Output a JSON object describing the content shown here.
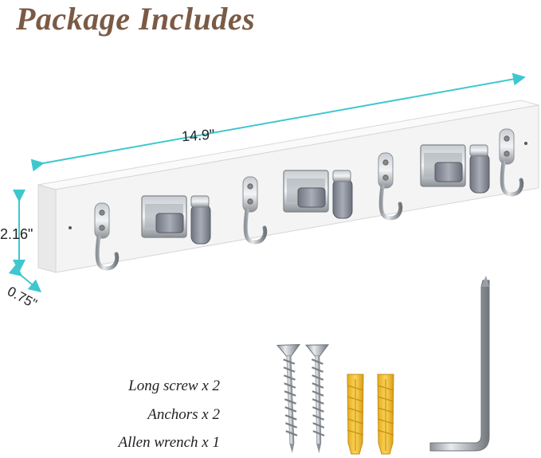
{
  "heading": "Package Includes",
  "dimensions": {
    "width": "14.9\"",
    "height": "2.16\"",
    "depth": "0.75\""
  },
  "contents": [
    "Long screw x 2",
    "Anchors x 2",
    "Allen wrench x 1"
  ],
  "colors": {
    "heading": "#7b5a45",
    "dimension_arrow": "#3fc7cf",
    "anchor": "#f2c23a",
    "panel": "#f4f4f4"
  }
}
